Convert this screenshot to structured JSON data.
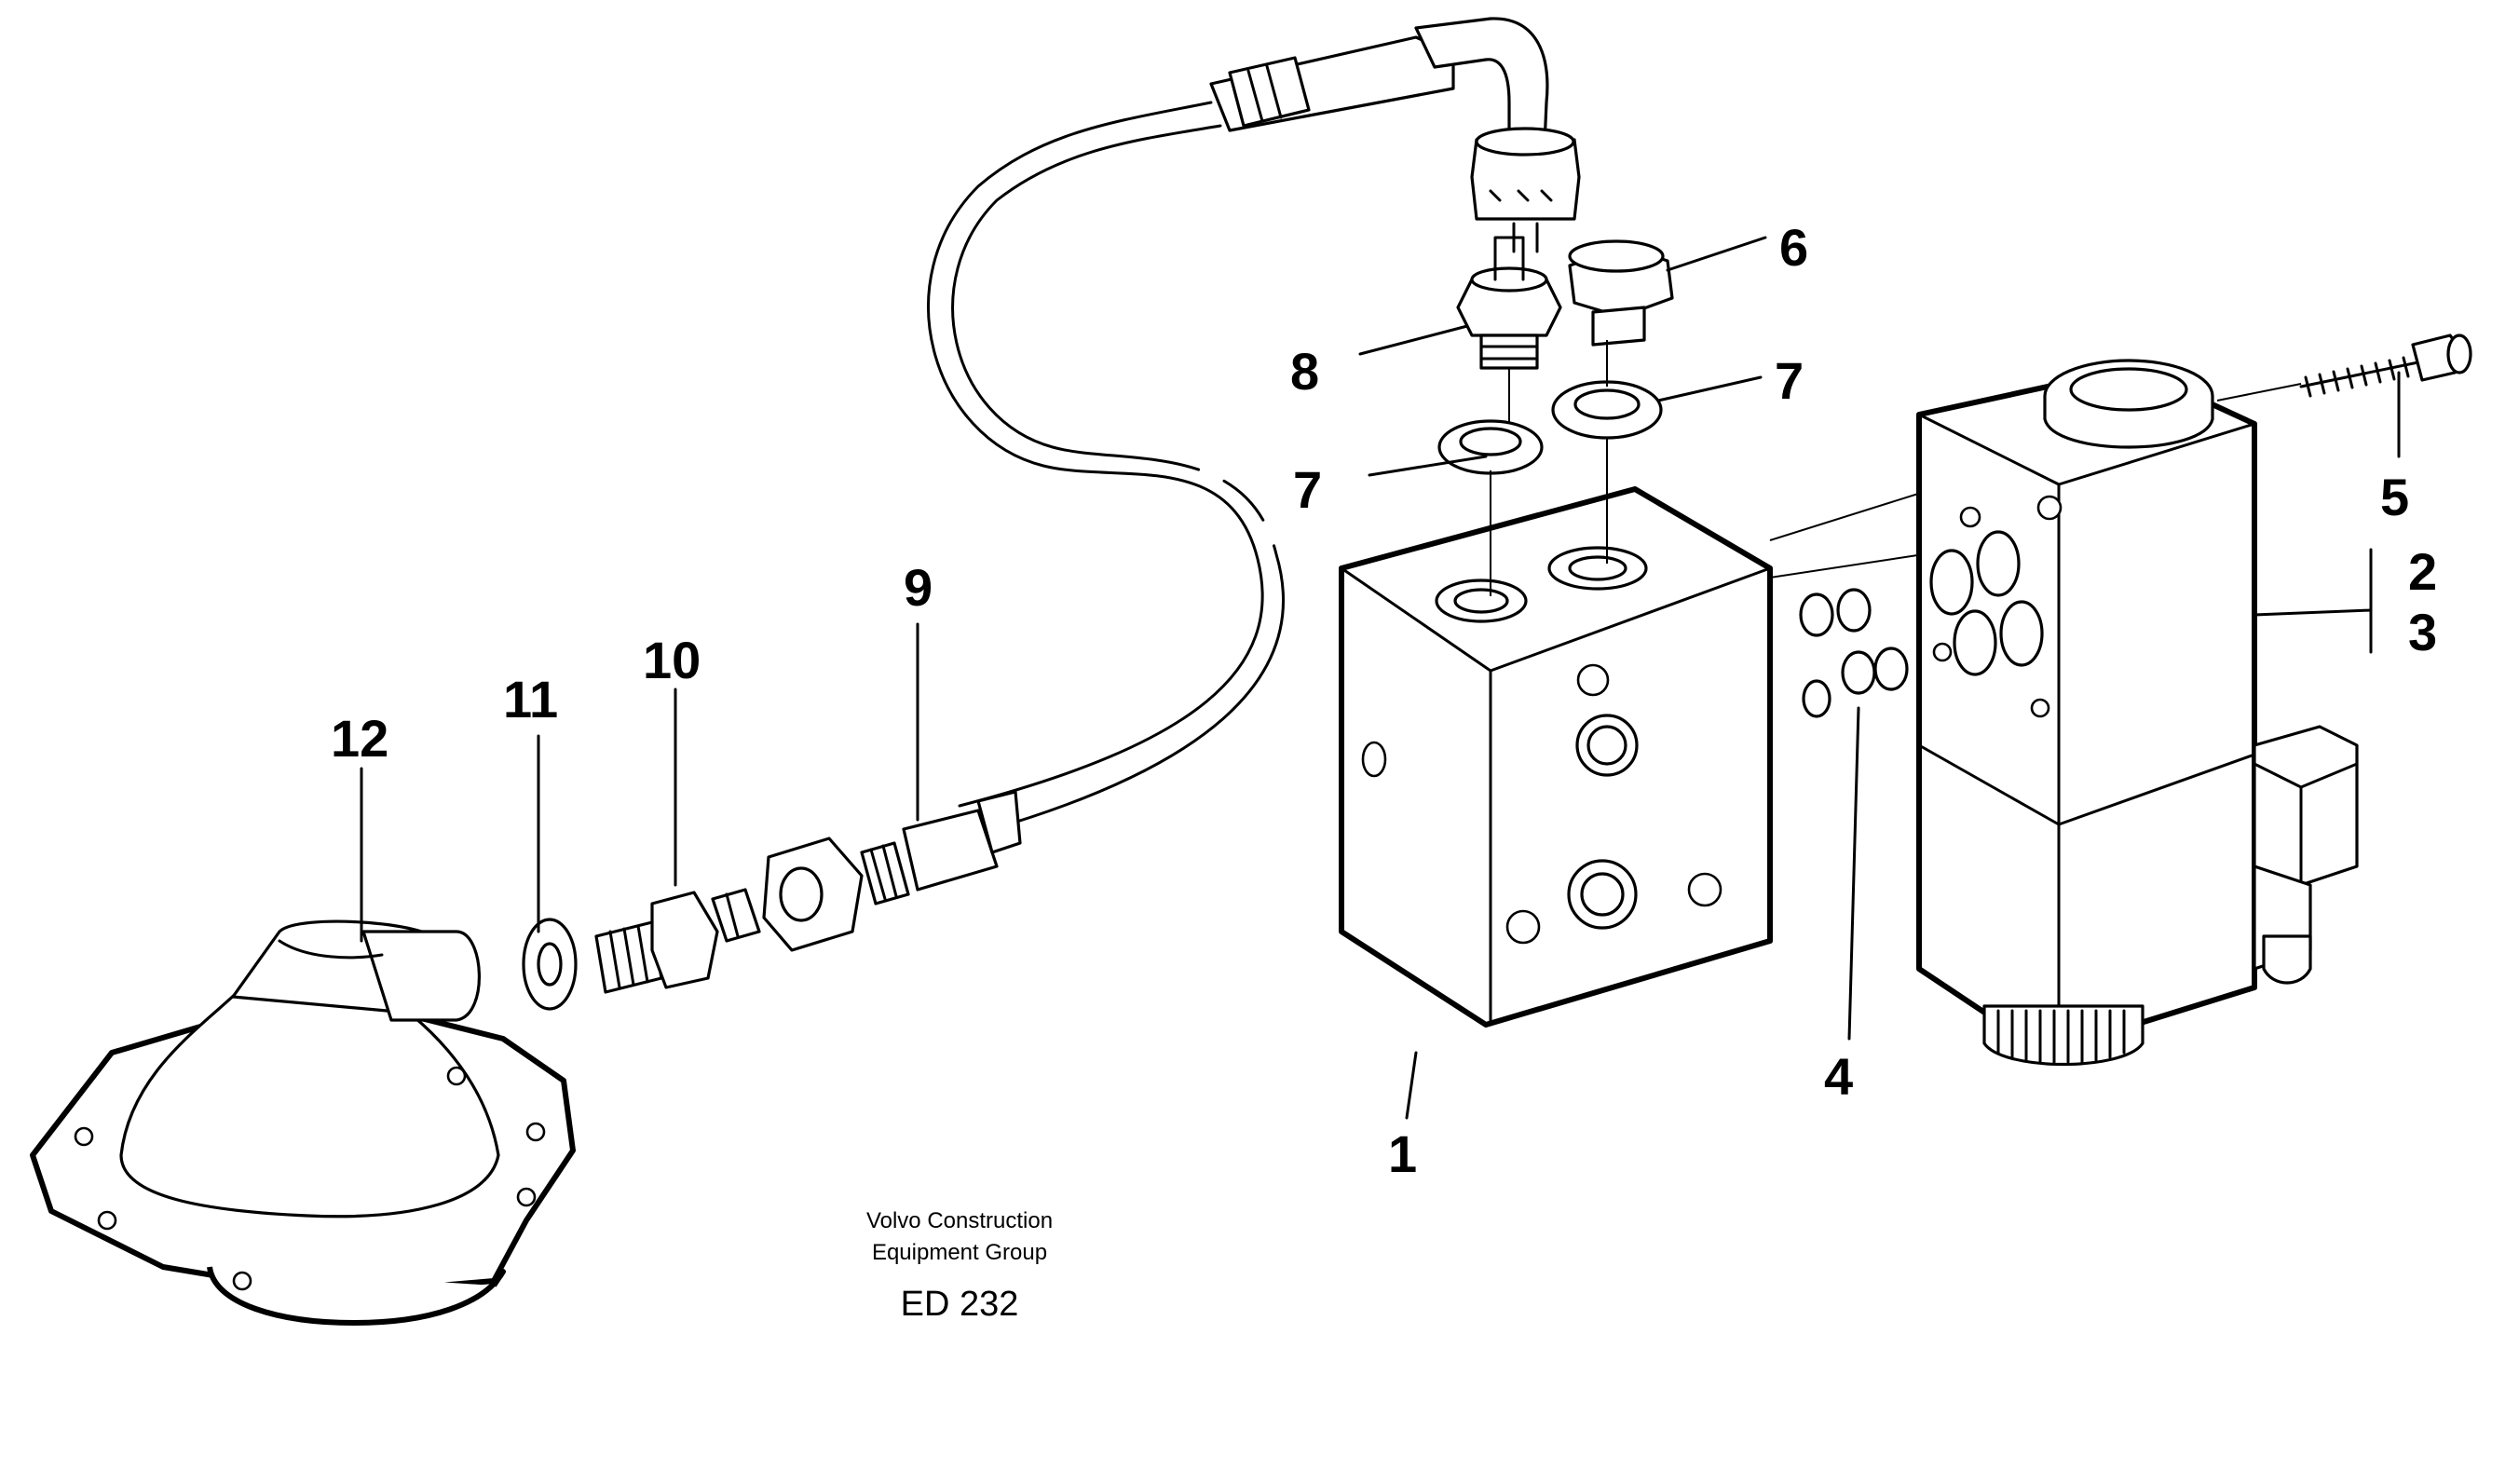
{
  "diagram": {
    "callouts": {
      "c1": "1",
      "c2": "2",
      "c3": "3",
      "c4": "4",
      "c5": "5",
      "c6": "6",
      "c7a": "7",
      "c7b": "7",
      "c8": "8",
      "c9": "9",
      "c10": "10",
      "c11": "11",
      "c12": "12"
    },
    "caption": {
      "line1": "Volvo Construction",
      "line2": "Equipment Group",
      "code": "ED 232"
    }
  }
}
